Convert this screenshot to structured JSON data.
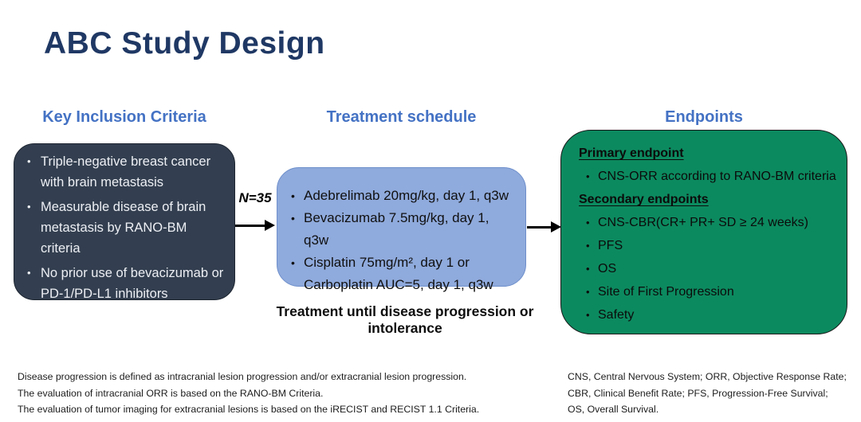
{
  "title": "ABC Study Design",
  "colors": {
    "title": "#1F3864",
    "section_header": "#4472C4",
    "inclusion_box_bg": "#333F50",
    "inclusion_box_text": "#EDEFF4",
    "treatment_box_bg": "#8FAADC",
    "treatment_box_border": "#6E8FCB",
    "endpoints_box_bg": "#0C8A5F",
    "arrow": "#000000"
  },
  "sections": {
    "inclusion": {
      "header": "Key Inclusion Criteria",
      "items": [
        "Triple-negative breast cancer with brain metastasis",
        "Measurable disease of brain metastasis by RANO-BM criteria",
        "No prior use of bevacizumab or PD-1/PD-L1 inhibitors"
      ]
    },
    "treatment": {
      "header": "Treatment schedule",
      "items": [
        "Adebrelimab 20mg/kg, day 1, q3w",
        "Bevacizumab 7.5mg/kg, day 1, q3w",
        "Cisplatin 75mg/m², day 1 or\nCarboplatin AUC=5, day 1, q3w"
      ],
      "note": "Treatment until disease progression or intolerance"
    },
    "endpoints": {
      "header": "Endpoints",
      "primary_heading": "Primary endpoint",
      "primary_items": [
        "CNS-ORR according to RANO-BM criteria"
      ],
      "secondary_heading": "Secondary endpoints",
      "secondary_items": [
        "CNS-CBR(CR+ PR+ SD ≥ 24 weeks)",
        "PFS",
        "OS",
        "Site of First Progression",
        "Safety"
      ]
    }
  },
  "flow": {
    "n_label": "N=35"
  },
  "footnotes": {
    "left": [
      "Disease progression is defined as intracranial lesion progression  and/or extracranial lesion progression.",
      "The evaluation of intracranial ORR is based on the RANO-BM Criteria.",
      "The evaluation of tumor imaging for extracranial lesions is based on the iRECIST and RECIST 1.1 Criteria."
    ],
    "right": [
      "CNS, Central Nervous System;  ORR, Objective Response Rate;",
      "CBR, Clinical Benefit Rate; PFS, Progression-Free Survival;",
      "OS, Overall Survival."
    ]
  }
}
